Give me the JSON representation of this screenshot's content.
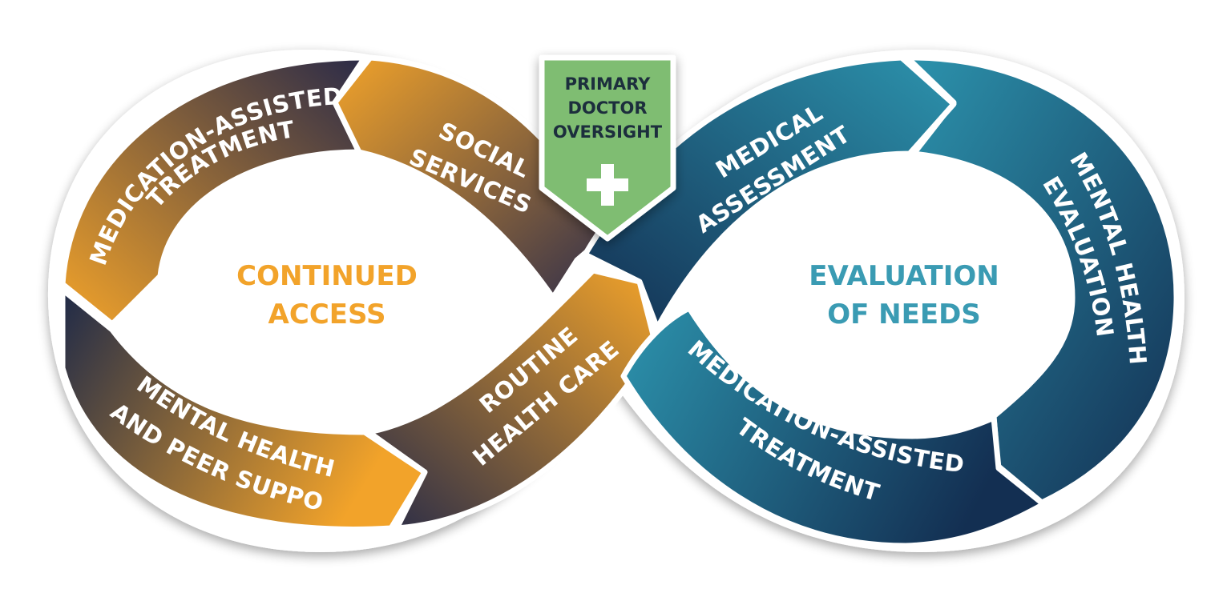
{
  "colors": {
    "orange": "#f2a32a",
    "plum": "#5a4352",
    "navy": "#1e2c4a",
    "teal": "#2c93ad",
    "deep_navy": "#132f52",
    "green_badge": "#7fbd72",
    "continued_text": "#f2a32a",
    "evaluation_text": "#3a9bb3"
  },
  "badge": {
    "lines": [
      "PRIMARY",
      "DOCTOR",
      "OVERSIGHT"
    ],
    "icon": "plus-cross-icon"
  },
  "left_loop": {
    "center": [
      "CONTINUED",
      "ACCESS"
    ],
    "segments": {
      "medication_assisted": [
        "MEDICATION-ASSISTED",
        "TREATMENT"
      ],
      "social_services": [
        "SOCIAL",
        "SERVICES"
      ],
      "routine_health_care": [
        "ROUTINE",
        "HEALTH CARE"
      ],
      "mental_health_peer": [
        "MENTAL HEALTH",
        "AND PEER SUPPORT"
      ]
    }
  },
  "right_loop": {
    "center": [
      "EVALUATION",
      "OF NEEDS"
    ],
    "segments": {
      "medical_assessment": [
        "MEDICAL",
        "ASSESSMENT"
      ],
      "mental_health_evaluation": [
        "MENTAL HEALTH",
        "EVALUATION"
      ],
      "medication_assisted": [
        "MEDICATION-ASSISTED",
        "TREATMENT"
      ]
    }
  }
}
